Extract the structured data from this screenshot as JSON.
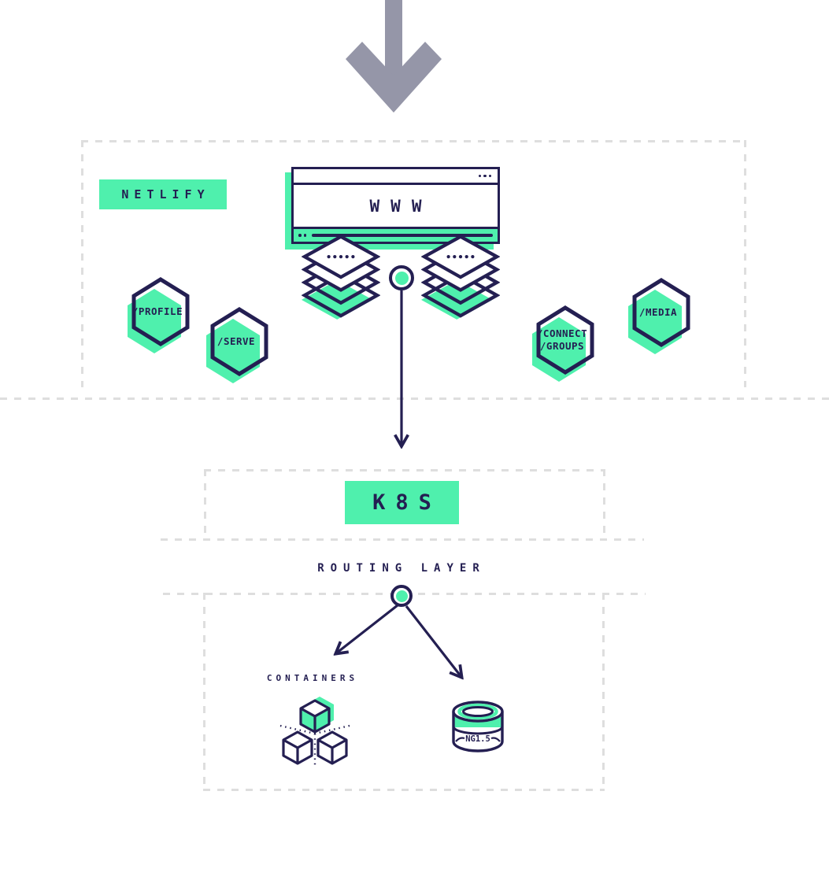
{
  "palette": {
    "navy": "#241f52",
    "green": "#4ff0ad",
    "flow_arrow_gray": "#9596a8",
    "dash_gray": "#dedede"
  },
  "icons": {
    "flow_arrow": "down-arrow",
    "browser": "browser-window",
    "stacks": "layer-stack",
    "node": "connector-dot",
    "containers": "cubes",
    "database": "database-cylinder"
  },
  "netlify": {
    "label": "NETLIFY",
    "browser": {
      "url": "WWW"
    },
    "routes": [
      {
        "label": "/PROFILE"
      },
      {
        "label": "/SERVE"
      },
      {
        "label": "/CONNECT",
        "label2": "/GROUPS"
      },
      {
        "label": "/MEDIA"
      }
    ]
  },
  "k8s": {
    "label": "K8S"
  },
  "routing": {
    "title": "ROUTING LAYER",
    "containers": {
      "label": "CONTAINERS"
    },
    "database": {
      "label": "NG1.5"
    }
  }
}
